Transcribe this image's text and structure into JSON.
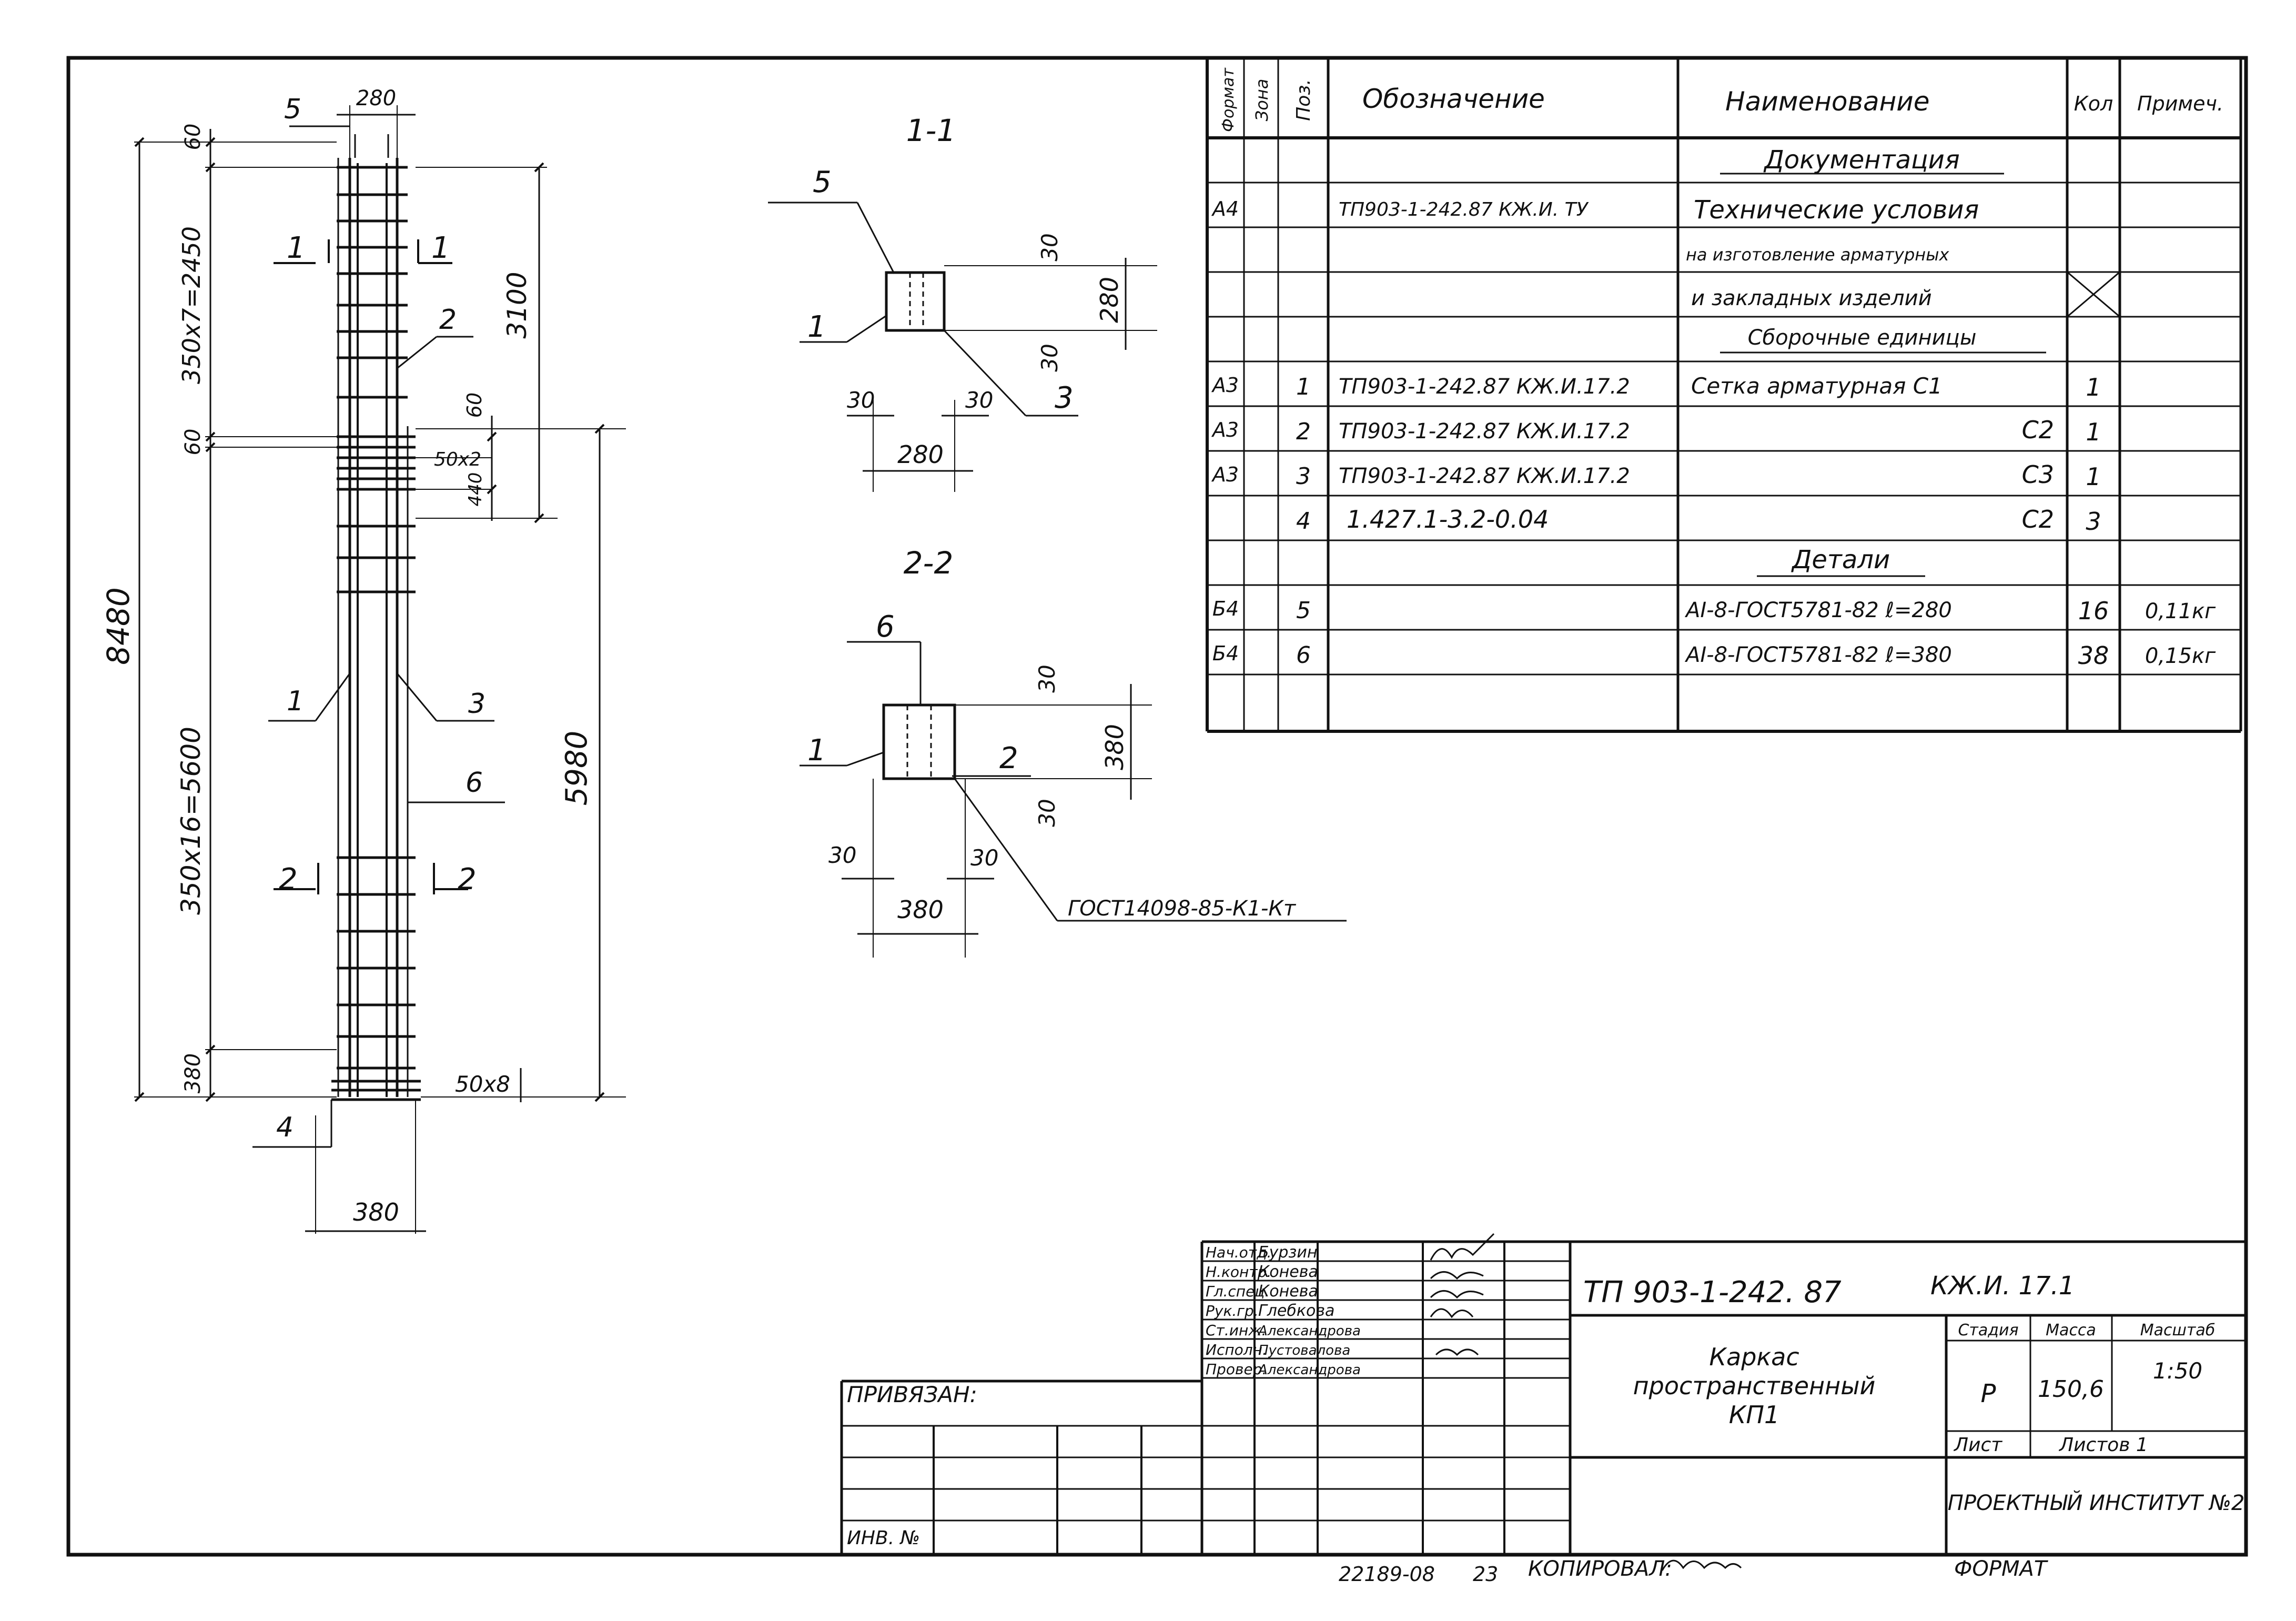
{
  "drawing": {
    "total_height": "8480",
    "top_offset": "60",
    "dim_280_top": "280",
    "upper_spacing": "350x7=2450",
    "lower_spacing": "350x16=5600",
    "dim_3100": "3100",
    "dim_5980": "5980",
    "dim_60_mid_left": "60",
    "dim_60_mid_right": "60",
    "dim_50x2": "50x2",
    "dim_440": "440",
    "dim_380_bottom_left": "380",
    "dim_50x8": "50x8",
    "dim_380_bottom": "380",
    "cut_1": "1",
    "cut_2": "2",
    "pos_labels": [
      "1",
      "2",
      "3",
      "4",
      "5",
      "6"
    ]
  },
  "section_1": {
    "title": "1-1",
    "dim_30_a": "30",
    "dim_30_b": "30",
    "dim_30_c": "30",
    "dim_30_d": "30",
    "dim_280_right": "280",
    "dim_280_bottom": "280",
    "labels": [
      "5",
      "1",
      "3"
    ]
  },
  "section_2": {
    "title": "2-2",
    "dim_30_a": "30",
    "dim_30_b": "30",
    "dim_30_c": "30",
    "dim_30_d": "30",
    "dim_380_right": "380",
    "dim_380_bottom": "380",
    "labels": [
      "6",
      "1",
      "2"
    ],
    "weld_note": "ГОСТ14098-85-К1-Кт"
  },
  "spec": {
    "headers": [
      "Формат",
      "Зона",
      "Поз.",
      "Обозначение",
      "Наименование",
      "Кол",
      "Примеч."
    ],
    "rows": [
      {
        "fmt": "",
        "zone": "",
        "pos": "",
        "code": "",
        "name": "Документация",
        "qty": "",
        "note": "",
        "kind": "section"
      },
      {
        "fmt": "А4",
        "zone": "",
        "pos": "",
        "code": "ТП903-1-242.87 КЖ.И. ТУ",
        "name": "Технические условия",
        "qty": "",
        "note": "",
        "kind": "row"
      },
      {
        "fmt": "",
        "zone": "",
        "pos": "",
        "code": "",
        "name": "на изготовление арматурных",
        "qty": "",
        "note": "",
        "kind": "row"
      },
      {
        "fmt": "",
        "zone": "",
        "pos": "",
        "code": "",
        "name": "и закладных изделий",
        "qty": "",
        "note": "",
        "kind": "cross"
      },
      {
        "fmt": "",
        "zone": "",
        "pos": "",
        "code": "",
        "name": "Сборочные единицы",
        "qty": "",
        "note": "",
        "kind": "section"
      },
      {
        "fmt": "А3",
        "zone": "",
        "pos": "1",
        "code": "ТП903-1-242.87 КЖ.И.17.2",
        "name": "Сетка арматурная  С1",
        "qty": "1",
        "note": "",
        "kind": "row"
      },
      {
        "fmt": "А3",
        "zone": "",
        "pos": "2",
        "code": "ТП903-1-242.87 КЖ.И.17.2",
        "name": "С2",
        "qty": "1",
        "note": "",
        "kind": "right"
      },
      {
        "fmt": "А3",
        "zone": "",
        "pos": "3",
        "code": "ТП903-1-242.87 КЖ.И.17.2",
        "name": "С3",
        "qty": "1",
        "note": "",
        "kind": "right"
      },
      {
        "fmt": "",
        "zone": "",
        "pos": "4",
        "code": "1.427.1-3.2-0.04",
        "name": "С2",
        "qty": "3",
        "note": "",
        "kind": "right"
      },
      {
        "fmt": "",
        "zone": "",
        "pos": "",
        "code": "",
        "name": "Детали",
        "qty": "",
        "note": "",
        "kind": "section"
      },
      {
        "fmt": "Б4",
        "zone": "",
        "pos": "5",
        "code": "",
        "name": "АI-8-ГОСТ5781-82  ℓ=280",
        "qty": "16",
        "note": "0,11кг",
        "kind": "row"
      },
      {
        "fmt": "Б4",
        "zone": "",
        "pos": "6",
        "code": "",
        "name": "АI-8-ГОСТ5781-82  ℓ=380",
        "qty": "38",
        "note": "0,15кг",
        "kind": "row"
      },
      {
        "fmt": "",
        "zone": "",
        "pos": "",
        "code": "",
        "name": "",
        "qty": "",
        "note": "",
        "kind": "row"
      }
    ]
  },
  "stamp": {
    "signatures": [
      {
        "role": "Нач.отд.",
        "name": "Бурзин"
      },
      {
        "role": "Н.контр.",
        "name": "Конева"
      },
      {
        "role": "Гл.спец.",
        "name": "Конева"
      },
      {
        "role": "Рук.гр.",
        "name": "Глебкова"
      },
      {
        "role": "Ст.инж.",
        "name": "Александрова"
      },
      {
        "role": "Исполн.",
        "name": "Пустовалова"
      },
      {
        "role": "Провер.",
        "name": "Александрова"
      }
    ],
    "privyazan": "ПРИВЯЗАН:",
    "inv_no": "ИНВ. №",
    "doc_code": "ТП 903-1-242. 87",
    "doc_suffix": "КЖ.И. 17.1",
    "title": [
      "Каркас",
      "пространственный",
      "КП1"
    ],
    "stage_label": "Стадия",
    "stage": "Р",
    "mass_label": "Масса",
    "mass": "150,6",
    "scale_label": "Масштаб",
    "scale": "1:50",
    "sheet_label": "Лист",
    "sheets_label": "Листов 1",
    "organization": "ПРОЕКТНЫЙ ИНСТИТУТ №2"
  },
  "footer": {
    "number": "22189-08",
    "page": "23",
    "copied": "КОПИРОВАЛ:",
    "format": "ФОРМАТ"
  }
}
